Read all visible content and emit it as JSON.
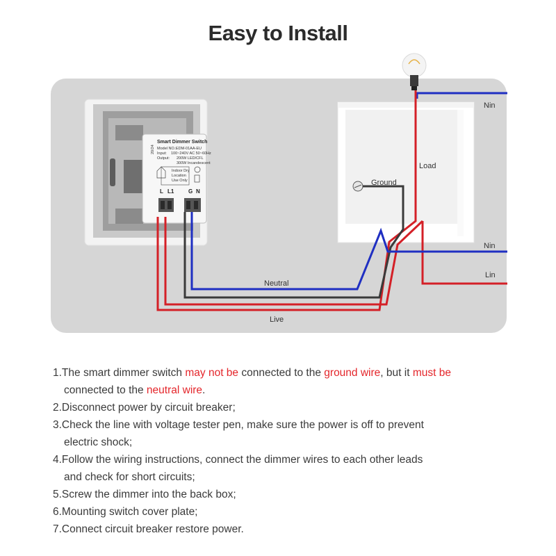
{
  "title": "Easy to Install",
  "diagram": {
    "labels": {
      "nin_top": "Nin",
      "load": "Load",
      "ground": "Ground",
      "nin_bottom": "Nin",
      "lin": "Lin",
      "neutral": "Neutral",
      "live": "Live"
    },
    "module": {
      "title": "Smart Dimmer Switch",
      "model_label": "Model NO.:",
      "model_value": "EDM-01AA-EU",
      "input_label": "Input:",
      "input_value": "100~240V AC 50~60Hz",
      "output_label": "Output:",
      "output_value_1": "200W LED/CFL",
      "output_value_2": "300W Incandescent",
      "side_code": "20/24",
      "indoor_1": "Indoor Dry",
      "indoor_2": "Location",
      "indoor_3": "Use Only",
      "term_l": "L",
      "term_l1": "L1",
      "term_g": "G",
      "term_n": "N"
    },
    "colors": {
      "live": "#d42027",
      "neutral": "#1f2fc2",
      "ground": "#3a3a3a",
      "panel": "#d6d6d6"
    }
  },
  "steps": {
    "s1_a": "1.The smart dimmer switch ",
    "s1_b": "may not be",
    "s1_c": " connected to the ",
    "s1_d": "ground wire",
    "s1_e": ", but it ",
    "s1_f": "must be",
    "s1_g": "connected to the ",
    "s1_h": "neutral wire",
    "s1_i": ".",
    "s2": "2.Disconnect power by circuit breaker;",
    "s3_a": "3.Check the line with voltage tester pen, make sure the power is off to prevent",
    "s3_b": "electric shock;",
    "s4_a": "4.Follow the wiring instructions, connect the dimmer wires to each other leads",
    "s4_b": "and check for short circuits;",
    "s5": "5.Screw the dimmer into the back box;",
    "s6": "6.Mounting switch cover plate;",
    "s7": "7.Connect circuit breaker restore power."
  }
}
